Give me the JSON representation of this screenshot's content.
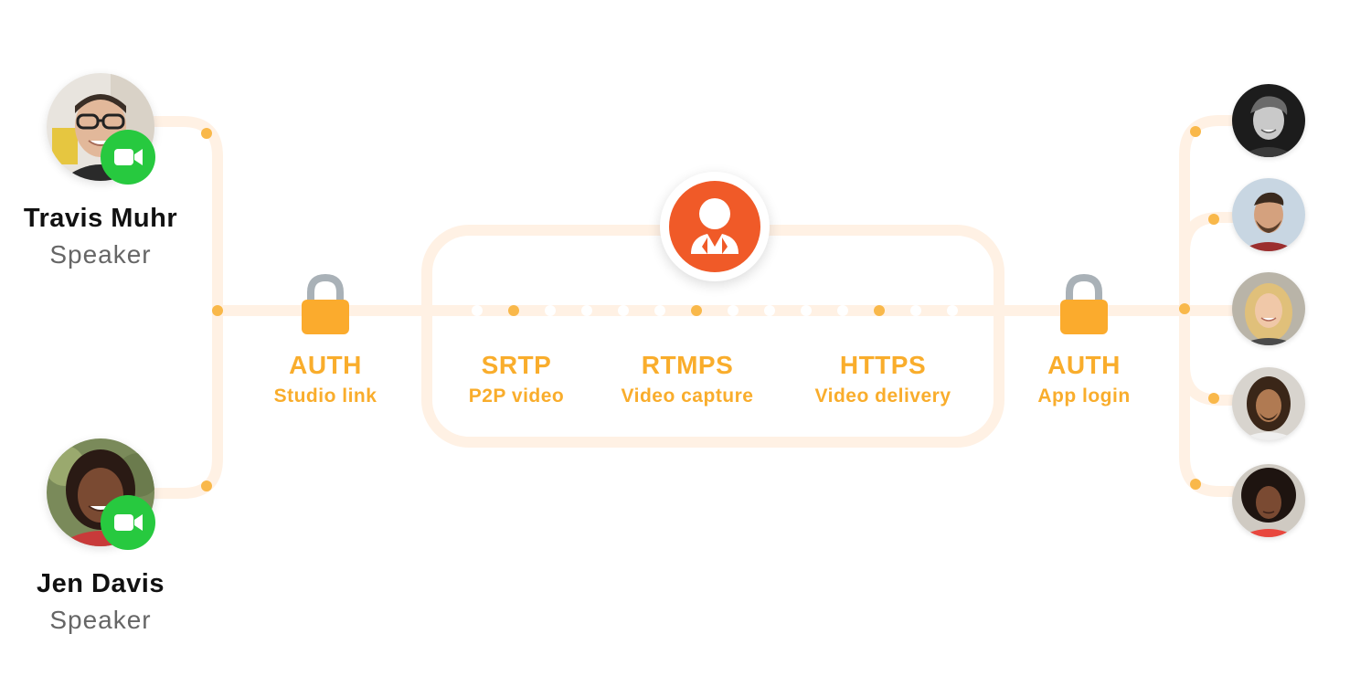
{
  "colors": {
    "track": "#fff1e4",
    "dot": "#f9b84a",
    "label": "#f9ad2c",
    "lock_body": "#fbab2d",
    "lock_shackle": "#a9b1b7",
    "camera_badge": "#27c93f",
    "hub": "#f05a28"
  },
  "speakers": [
    {
      "name": "Travis Muhr",
      "role": "Speaker",
      "icon": "video-camera-icon"
    },
    {
      "name": "Jen Davis",
      "role": "Speaker",
      "icon": "video-camera-icon"
    }
  ],
  "stages": {
    "auth_studio": {
      "title": "AUTH",
      "subtitle": "Studio link",
      "icon": "lock-icon"
    },
    "srtp": {
      "title": "SRTP",
      "subtitle": "P2P video"
    },
    "rtmps": {
      "title": "RTMPS",
      "subtitle": "Video capture"
    },
    "https": {
      "title": "HTTPS",
      "subtitle": "Video delivery"
    },
    "auth_app": {
      "title": "AUTH",
      "subtitle": "App login",
      "icon": "lock-icon"
    }
  },
  "hub": {
    "icon": "streaming-server-logo-icon"
  },
  "viewers": [
    {
      "icon": "viewer-avatar-icon"
    },
    {
      "icon": "viewer-avatar-icon"
    },
    {
      "icon": "viewer-avatar-icon"
    },
    {
      "icon": "viewer-avatar-icon"
    },
    {
      "icon": "viewer-avatar-icon"
    }
  ]
}
